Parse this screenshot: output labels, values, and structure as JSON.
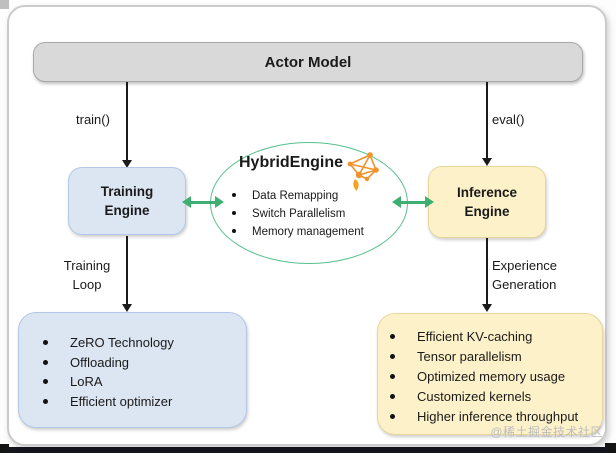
{
  "diagram": {
    "actor_model_label": "Actor Model",
    "train_call": "train()",
    "eval_call": "eval()",
    "training_engine": {
      "line1": "Training",
      "line2": "Engine"
    },
    "inference_engine": {
      "line1": "Inference",
      "line2": "Engine"
    },
    "hybrid_engine": {
      "title": "HybridEngine",
      "icon": "network-graph-icon",
      "bullets": [
        "Data Remapping",
        "Switch Parallelism",
        "Memory management"
      ]
    },
    "training_loop": {
      "line1": "Training",
      "line2": "Loop"
    },
    "experience_generation": {
      "line1": "Experience",
      "line2": "Generation"
    },
    "training_features": [
      "ZeRO Technology",
      "Offloading",
      "LoRA",
      "Efficient optimizer"
    ],
    "inference_features": [
      "Efficient KV-caching",
      "Tensor parallelism",
      "Optimized memory usage",
      "Customized kernels",
      "Higher inference throughput"
    ],
    "watermark": "@稀土掘金技术社区",
    "colors": {
      "actor_fill": "#d9d9d9",
      "training_fill": "#dce5f2",
      "training_border": "#b4c7e7",
      "inference_fill": "#fdf1c9",
      "inference_border": "#e8d79b",
      "hybrid_stroke": "#57c08c",
      "link_green": "#3fae71",
      "icon_orange": "#f0932a",
      "arrow_black": "#1a1a1a"
    }
  }
}
